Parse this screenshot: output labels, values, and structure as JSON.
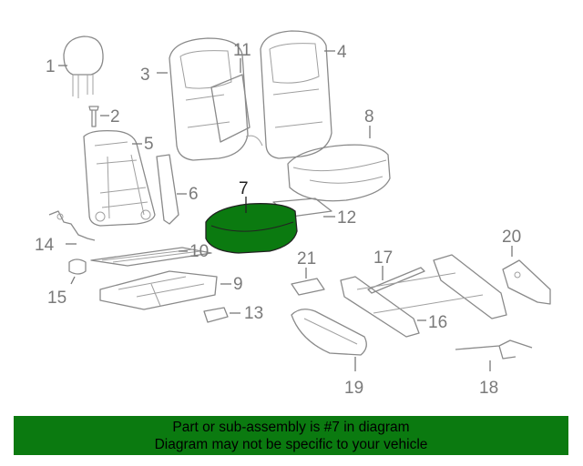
{
  "diagram": {
    "highlight_color": "#0b7a10",
    "callouts": [
      "1",
      "2",
      "3",
      "4",
      "5",
      "6",
      "7",
      "8",
      "9",
      "10",
      "11",
      "12",
      "13",
      "14",
      "15",
      "16",
      "17",
      "18",
      "19",
      "20",
      "21"
    ]
  },
  "footer": {
    "line1": "Part or sub-assembly is #7 in diagram",
    "line2": "Diagram may not be specific to your vehicle"
  }
}
